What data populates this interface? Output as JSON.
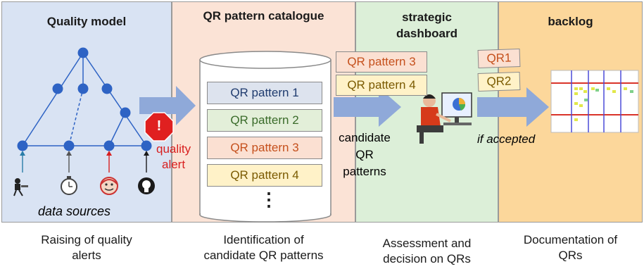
{
  "panels": {
    "quality_model": {
      "title": "Quality model",
      "caption_line1": "Raising of quality",
      "caption_line2": "alerts",
      "data_sources": "data sources"
    },
    "catalogue": {
      "title": "QR pattern catalogue",
      "caption_line1": "Identification of",
      "caption_line2": "candidate QR patterns",
      "more": "⋮"
    },
    "dashboard": {
      "title_line1": "strategic",
      "title_line2": "dashboard",
      "caption_line1": "Assessment and",
      "caption_line2": "decision on QRs"
    },
    "backlog": {
      "title": "backlog",
      "caption_line1": "Documentation of",
      "caption_line2": "QRs"
    }
  },
  "quality_alert": {
    "line1": "quality",
    "line2": "alert",
    "icon_text": "!"
  },
  "catalogue_patterns": [
    {
      "label": "QR pattern 1",
      "fill": "#dde3ee",
      "color": "#1f3b6e"
    },
    {
      "label": "QR pattern 2",
      "fill": "#e3efd9",
      "color": "#3a6b2a"
    },
    {
      "label": "QR pattern 3",
      "fill": "#fbe0d2",
      "color": "#c5501c"
    },
    {
      "label": "QR pattern 4",
      "fill": "#fff2c8",
      "color": "#7a5a00"
    }
  ],
  "candidates": [
    {
      "label": "QR pattern 3",
      "fill": "#fbe0d2",
      "color": "#c5501c"
    },
    {
      "label": "QR pattern 4",
      "fill": "#fff2c8",
      "color": "#7a5a00"
    }
  ],
  "candidate_label": {
    "line1": "candidate",
    "line2": "QR",
    "line3": "patterns"
  },
  "decision": {
    "label": "if accepted"
  },
  "backlog_items": [
    {
      "label": "QR1",
      "fill": "#fbe0d2",
      "color": "#c5501c"
    },
    {
      "label": "QR2",
      "fill": "#fff2c8",
      "color": "#7a5a00"
    }
  ],
  "colors": {
    "arrow": "#8fa9d9",
    "node": "#2e63c4",
    "edge": "#2e63c4",
    "alert": "#e02020"
  }
}
